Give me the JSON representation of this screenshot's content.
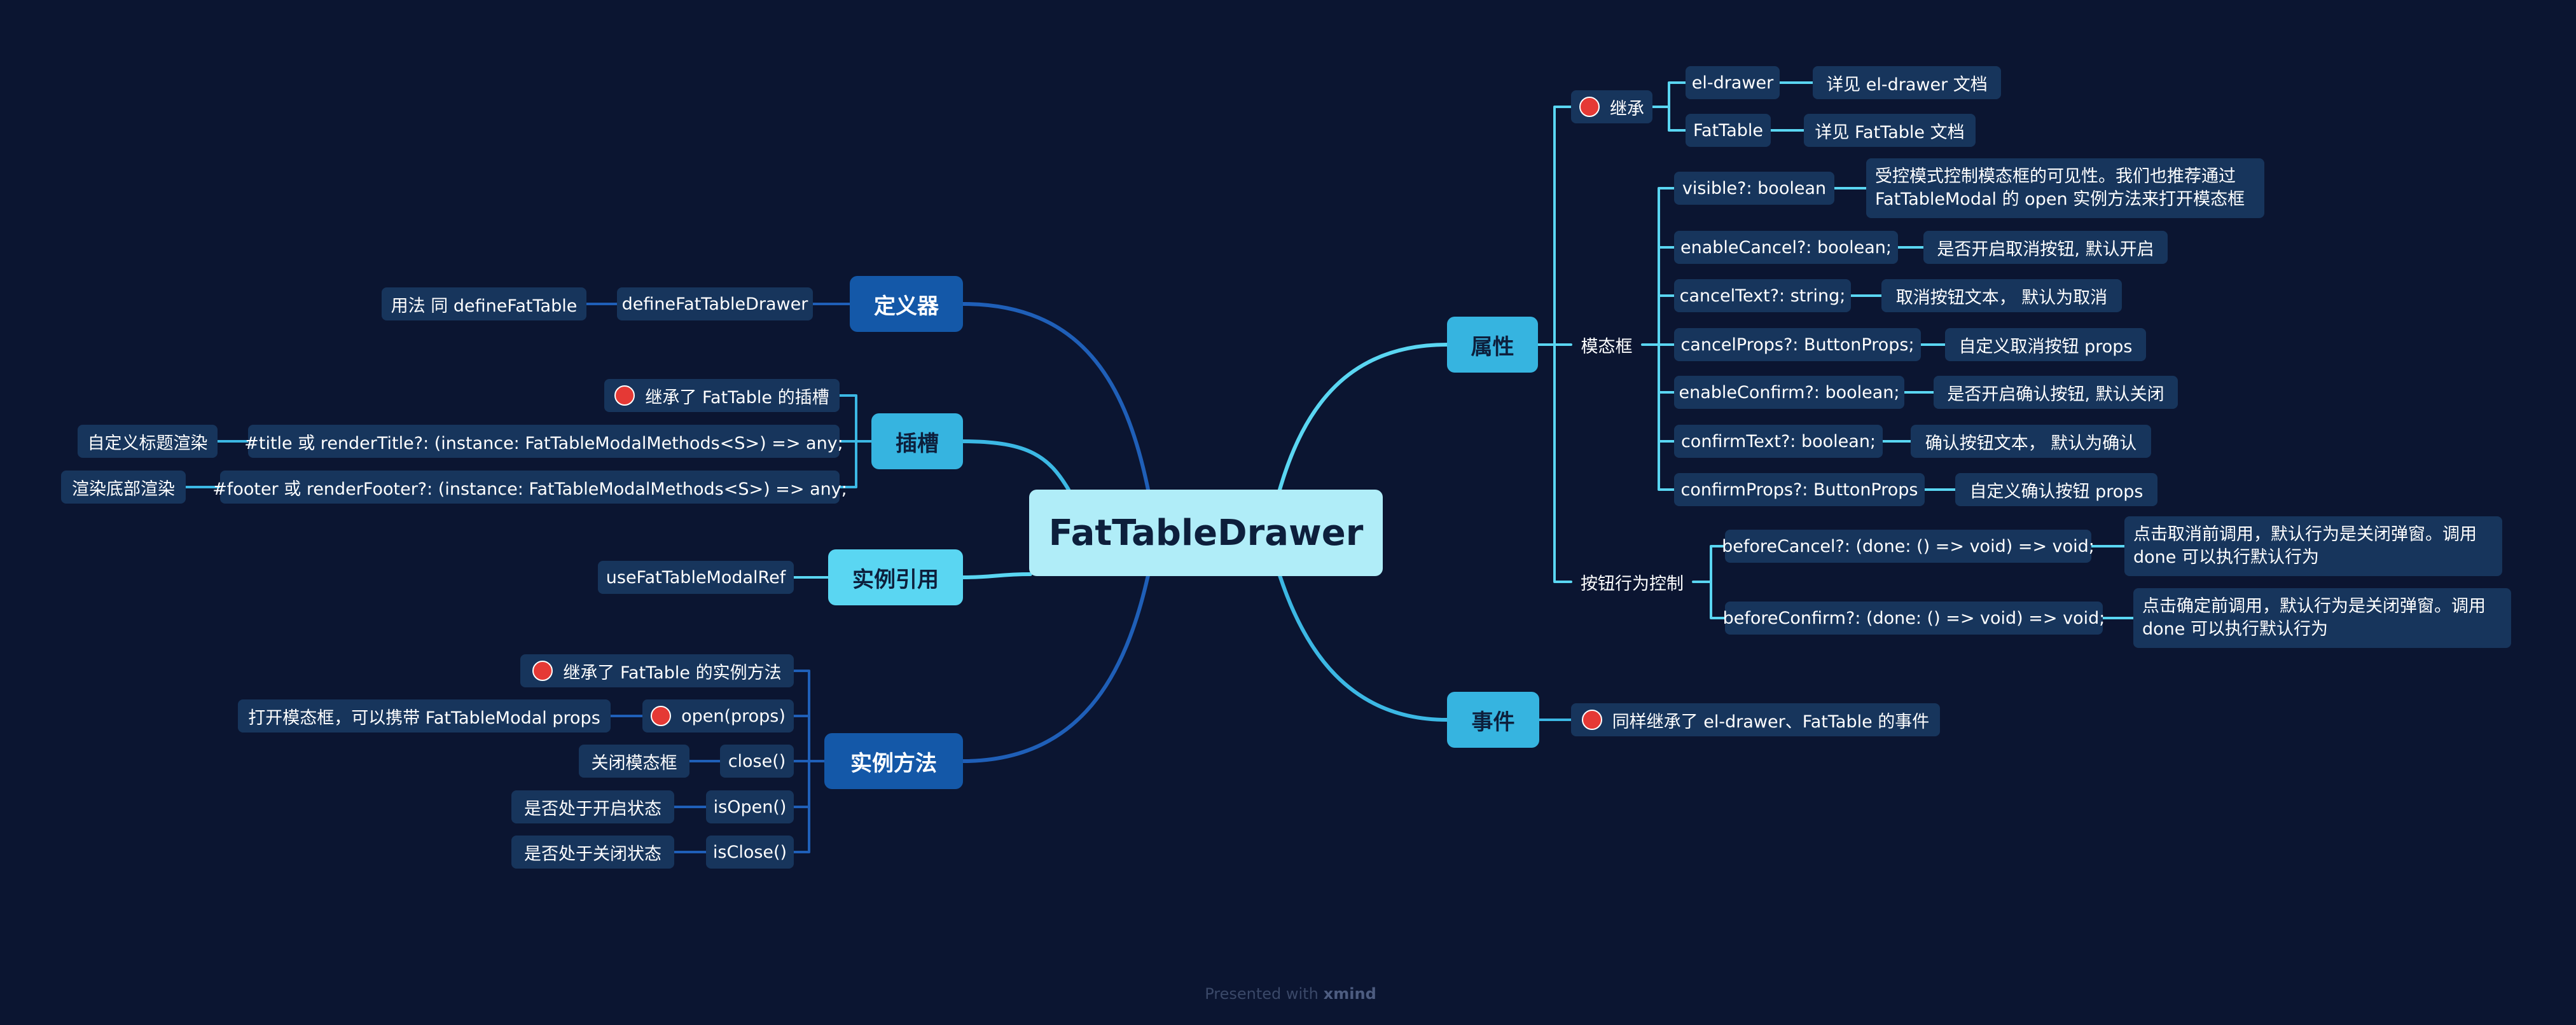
{
  "root": "FatTableDrawer",
  "branches": {
    "definer": {
      "label": "定义器",
      "items": [
        {
          "name": "defineFatTableDrawer",
          "desc": "用法 同 defineFatTable"
        }
      ]
    },
    "slots": {
      "label": "插槽",
      "inherit": "继承了 FatTable 的插槽",
      "items": [
        {
          "name": "#title  或 renderTitle?: (instance: FatTableModalMethods<S>) => any;",
          "desc": "自定义标题渲染"
        },
        {
          "name": "#footer 或 renderFooter?: (instance: FatTableModalMethods<S>) => any;",
          "desc": "渲染底部渲染"
        }
      ]
    },
    "ref": {
      "label": "实例引用",
      "items": [
        {
          "name": "useFatTableModalRef"
        }
      ]
    },
    "methods": {
      "label": "实例方法",
      "inherit": "继承了 FatTable 的实例方法",
      "items": [
        {
          "name": "open(props)",
          "desc": "打开模态框，可以携带 FatTableModal props",
          "marker": true
        },
        {
          "name": "close()",
          "desc": "关闭模态框"
        },
        {
          "name": "isOpen()",
          "desc": "是否处于开启状态"
        },
        {
          "name": "isClose()",
          "desc": "是否处于关闭状态"
        }
      ]
    },
    "props": {
      "label": "属性",
      "inherit": {
        "label": "继承",
        "items": [
          {
            "name": "el-drawer",
            "desc": "详见 el-drawer 文档"
          },
          {
            "name": "FatTable",
            "desc": "详见 FatTable 文档"
          }
        ]
      },
      "modal": {
        "label": "模态框",
        "items": [
          {
            "name": "visible?:  boolean",
            "desc": "受控模式控制模态框的可见性。我们也推荐通过 FatTableModal 的 open 实例方法来打开模态框"
          },
          {
            "name": "enableCancel?: boolean;",
            "desc": "是否开启取消按钮, 默认开启"
          },
          {
            "name": "cancelText?: string;",
            "desc": "取消按钮文本，  默认为取消"
          },
          {
            "name": "cancelProps?: ButtonProps;",
            "desc": "自定义取消按钮 props"
          },
          {
            "name": "enableConfirm?: boolean;",
            "desc": "是否开启确认按钮, 默认关闭"
          },
          {
            "name": "confirmText?: boolean;",
            "desc": "确认按钮文本，  默认为确认"
          },
          {
            "name": "confirmProps?: ButtonProps",
            "desc": "自定义确认按钮 props"
          }
        ]
      },
      "buttons": {
        "label": "按钮行为控制",
        "items": [
          {
            "name": "beforeCancel?: (done: () => void) => void;",
            "desc": "点击取消前调用，默认行为是关闭弹窗。调用 done 可以执行默认行为"
          },
          {
            "name": "beforeConfirm?: (done: () => void) => void;",
            "desc": "点击确定前调用，默认行为是关闭弹窗。调用 done 可以执行默认行为"
          }
        ]
      }
    },
    "events": {
      "label": "事件",
      "items": [
        {
          "name": "同样继承了 el-drawer、FatTable 的事件",
          "marker": true
        }
      ]
    }
  },
  "footer": {
    "prefix": "Presented with",
    "brand": "xmind"
  },
  "colors": {
    "background": "#0b1531",
    "root": "#b0edf8",
    "blue": "#1458a8",
    "cyan": "#36b4e0",
    "light": "#5ad6f2",
    "subtopic": "#17355c",
    "marker": "#e53935"
  }
}
